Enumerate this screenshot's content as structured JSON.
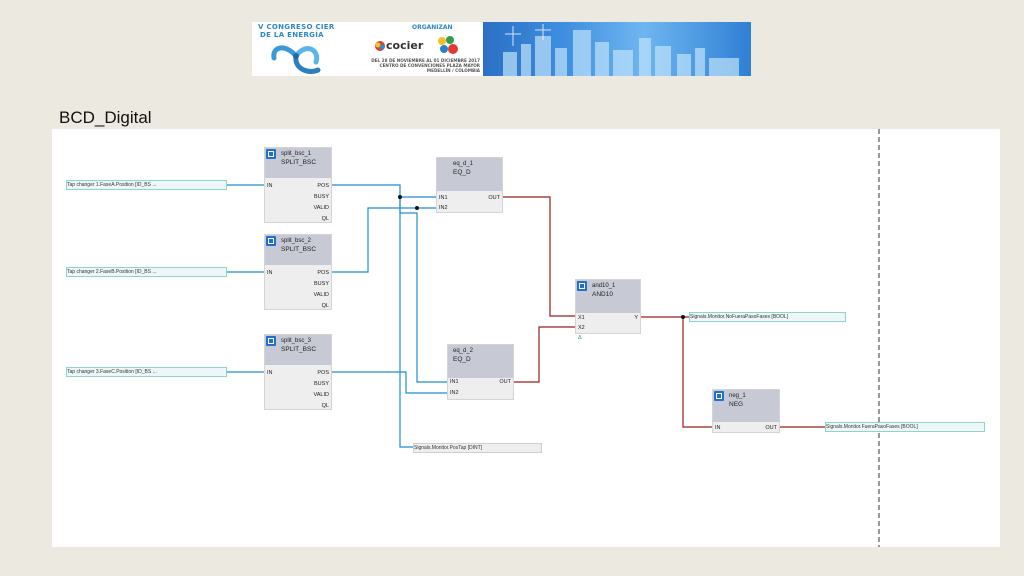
{
  "banner": {
    "title_line1": "V CONGRESO CIER",
    "title_line2": "DE LA ENERGÍA",
    "organizer_label": "ORGANIZAN",
    "logo_text": "cocier",
    "date_line1": "DEL 28 DE NOVIEMBRE AL 01 DICIEMBRE 2017",
    "date_line2": "CENTRO DE CONVENCIONES PLAZA MAYOR",
    "date_line3": "MEDELLÍN / COLOMBIA"
  },
  "page_title": "BCD_Digital",
  "blocks": {
    "split1": {
      "name": "split_bsc_1",
      "type": "SPLIT_BSC",
      "pins_in": [
        "IN"
      ],
      "pins_out": [
        "POS",
        "BUSY",
        "VALID",
        "QL"
      ]
    },
    "split2": {
      "name": "split_bsc_2",
      "type": "SPLIT_BSC",
      "pins_in": [
        "IN"
      ],
      "pins_out": [
        "POS",
        "BUSY",
        "VALID",
        "QL"
      ]
    },
    "split3": {
      "name": "split_bsc_3",
      "type": "SPLIT_BSC",
      "pins_in": [
        "IN"
      ],
      "pins_out": [
        "POS",
        "BUSY",
        "VALID",
        "QL"
      ]
    },
    "eq1": {
      "name": "eq_d_1",
      "type": "EQ_D",
      "pins_in": [
        "IN1",
        "IN2"
      ],
      "pins_out": [
        "OUT"
      ]
    },
    "eq2": {
      "name": "eq_d_2",
      "type": "EQ_D",
      "pins_in": [
        "IN1",
        "IN2"
      ],
      "pins_out": [
        "OUT"
      ]
    },
    "and10": {
      "name": "and10_1",
      "type": "AND10",
      "pins_in": [
        "X1",
        "X2"
      ],
      "pins_out": [
        "Y"
      ],
      "extra": "Δ"
    },
    "neg": {
      "name": "neg_1",
      "type": "NEG",
      "pins_in": [
        "IN"
      ],
      "pins_out": [
        "OUT"
      ]
    }
  },
  "variables": {
    "in_a": "Tap changer 1.FaseA.Position [ID_BS ...",
    "in_b": "Tap changer 2.FaseB.Position [ID_BS ...",
    "in_c": "Tap changer 3.FaseC.Position [ID_BS ...",
    "out_postap": "Signals.Monitor.PosTap [DINT]",
    "out_nofuera": "Signals.Monitor.NoFueraPasoFases [BOOL]",
    "out_fuera": "Signals.Monitor.FueraPasoFases [BOOL]"
  },
  "colors": {
    "wire_int": "#1e8fd0",
    "wire_bool": "#9a1c1c",
    "background": "#ece9e0",
    "canvas": "#ffffff"
  }
}
